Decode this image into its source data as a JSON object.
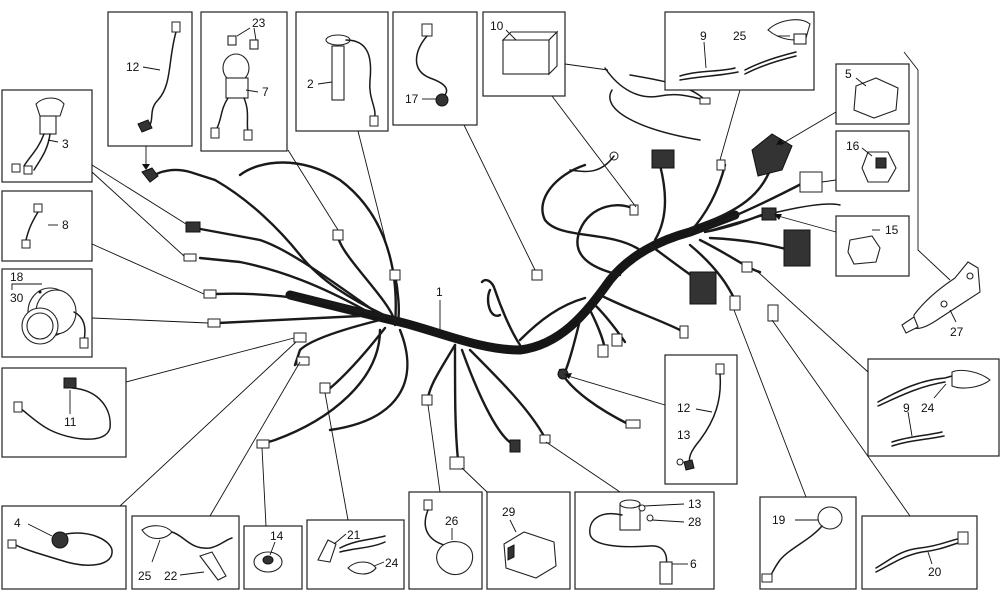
{
  "labels": {
    "l1": "1",
    "l2": "2",
    "l3": "3",
    "l4": "4",
    "l5": "5",
    "l6": "6",
    "l7": "7",
    "l8": "8",
    "l9a": "9",
    "l9b": "9",
    "l10": "10",
    "l11": "11",
    "l12a": "12",
    "l12b": "12",
    "l13a": "13",
    "l13b": "13",
    "l14": "14",
    "l15": "15",
    "l16": "16",
    "l17": "17",
    "l18": "18",
    "l19": "19",
    "l20": "20",
    "l21": "21",
    "l22": "22",
    "l23": "23",
    "l24a": "24",
    "l24b": "24",
    "l25a": "25",
    "l25b": "25",
    "l26": "26",
    "l27": "27",
    "l28": "28",
    "l29": "29",
    "l30": "30"
  }
}
